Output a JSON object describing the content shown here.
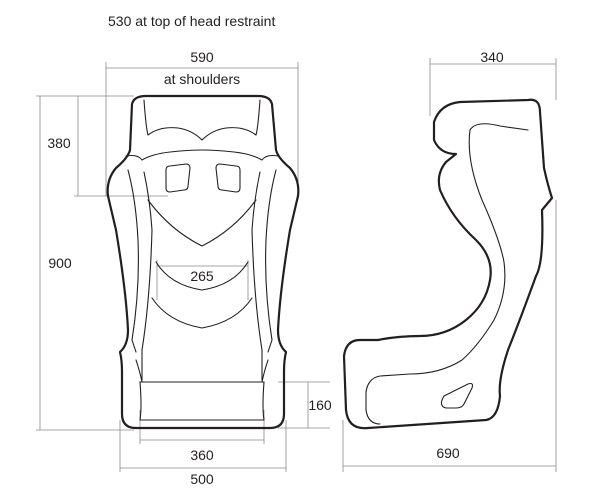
{
  "annotations": {
    "head_restraint": "530 at top of head restraint",
    "shoulder_width": "590",
    "shoulder_label": "at shoulders",
    "side_depth_top": "340",
    "head_height": "380",
    "total_height": "900",
    "inner_width": "265",
    "side_height": "160",
    "seat_base_width": "360",
    "overall_width": "500",
    "overall_depth": "690"
  }
}
